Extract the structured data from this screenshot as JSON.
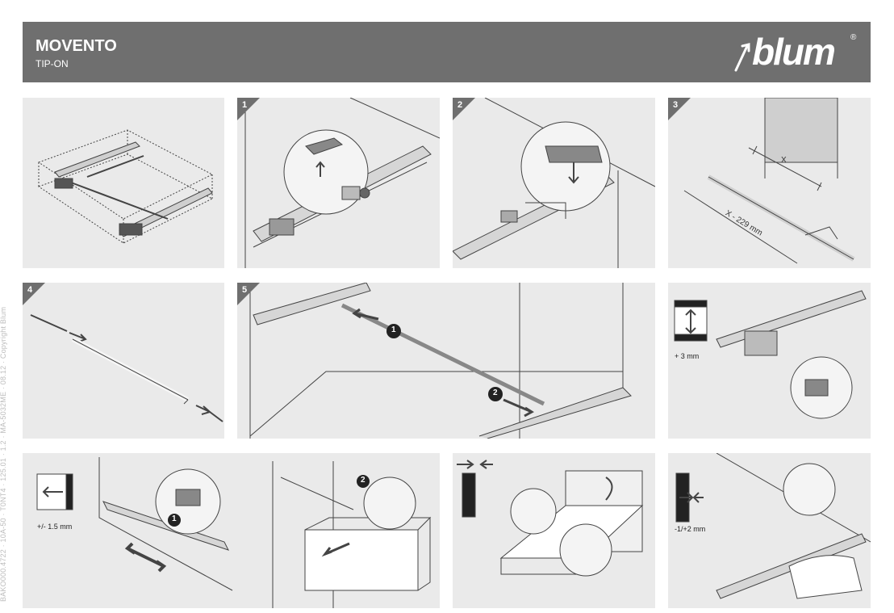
{
  "document": {
    "side_text": "BAKO000.4722 · 10A-50 · T0NT4 · 125.01 · 1.2 · MA-5032ME · 08.12 · Copyright Blum"
  },
  "header": {
    "title": "MOVENTO",
    "subtitle": "TIP-ON",
    "logo_text": "blum",
    "logo_reg": "®"
  },
  "steps": {
    "s1": "1",
    "s2": "2",
    "s3": "3",
    "s4": "4",
    "s5": "5"
  },
  "panel3": {
    "dim_x": "X",
    "dim_rod": "X - 229 mm"
  },
  "panel5": {
    "callout1": "1",
    "callout2": "2"
  },
  "adjust": {
    "height": "+ 3 mm",
    "side": "+/- 1.5 mm",
    "depth": "-1/+2 mm"
  },
  "panel10": {
    "callout1": "1",
    "callout2": "2"
  },
  "colors": {
    "panel_bg": "#eaeaea",
    "header_bg": "#6f6f6f",
    "step_tab": "#6f6f6f",
    "line": "#333333"
  }
}
